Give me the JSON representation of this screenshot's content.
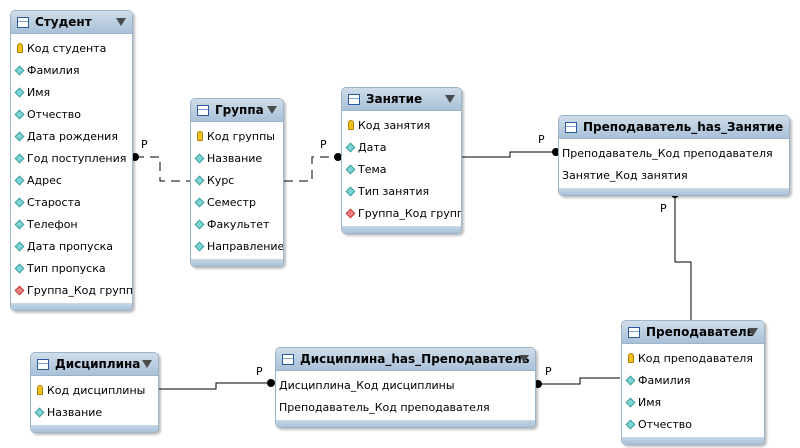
{
  "tables": {
    "student": {
      "title": "Студент",
      "columns": [
        {
          "name": "Код студента",
          "kind": "pk"
        },
        {
          "name": "Фамилия",
          "kind": "col"
        },
        {
          "name": "Имя",
          "kind": "col"
        },
        {
          "name": "Отчество",
          "kind": "col"
        },
        {
          "name": "Дата рождения",
          "kind": "col"
        },
        {
          "name": "Год поступления",
          "kind": "col"
        },
        {
          "name": "Адрес",
          "kind": "col"
        },
        {
          "name": "Староста",
          "kind": "col"
        },
        {
          "name": "Телефон",
          "kind": "col"
        },
        {
          "name": "Дата пропуска",
          "kind": "col"
        },
        {
          "name": "Тип пропуска",
          "kind": "col"
        },
        {
          "name": "Группа_Код группы",
          "kind": "fk"
        }
      ]
    },
    "group": {
      "title": "Группа",
      "columns": [
        {
          "name": "Код группы",
          "kind": "pk"
        },
        {
          "name": "Название",
          "kind": "col"
        },
        {
          "name": "Курс",
          "kind": "col"
        },
        {
          "name": "Семестр",
          "kind": "col"
        },
        {
          "name": "Факультет",
          "kind": "col"
        },
        {
          "name": "Направление",
          "kind": "col"
        }
      ]
    },
    "lesson": {
      "title": "Занятие",
      "columns": [
        {
          "name": "Код занятия",
          "kind": "pk"
        },
        {
          "name": "Дата",
          "kind": "col"
        },
        {
          "name": "Тема",
          "kind": "col"
        },
        {
          "name": "Тип занятия",
          "kind": "col"
        },
        {
          "name": "Группа_Код группы",
          "kind": "fk"
        }
      ]
    },
    "teacher_lesson": {
      "title": "Преподаватель_has_Занятие",
      "columns": [
        {
          "name": "Преподаватель_Код преподавателя",
          "kind": "plain"
        },
        {
          "name": "Занятие_Код занятия",
          "kind": "plain"
        }
      ]
    },
    "teacher": {
      "title": "Преподаватель",
      "columns": [
        {
          "name": "Код преподавателя",
          "kind": "pk"
        },
        {
          "name": "Фамилия",
          "kind": "col"
        },
        {
          "name": "Имя",
          "kind": "col"
        },
        {
          "name": "Отчество",
          "kind": "col"
        }
      ]
    },
    "discipline": {
      "title": "Дисциплина",
      "columns": [
        {
          "name": "Код дисциплины",
          "kind": "pk"
        },
        {
          "name": "Название",
          "kind": "col"
        }
      ]
    },
    "discipline_teacher": {
      "title": "Дисциплина_has_Преподаватель",
      "columns": [
        {
          "name": "Дисциплина_Код дисциплины",
          "kind": "plain"
        },
        {
          "name": "Преподаватель_Код преподавателя",
          "kind": "plain"
        }
      ]
    }
  },
  "relations": {
    "student_group": "P",
    "group_lesson": "P",
    "lesson_teacher_lesson": "P",
    "teacher_teacher_lesson": "P",
    "discipline_discipline_teacher": "P",
    "teacher_discipline_teacher": "P"
  }
}
